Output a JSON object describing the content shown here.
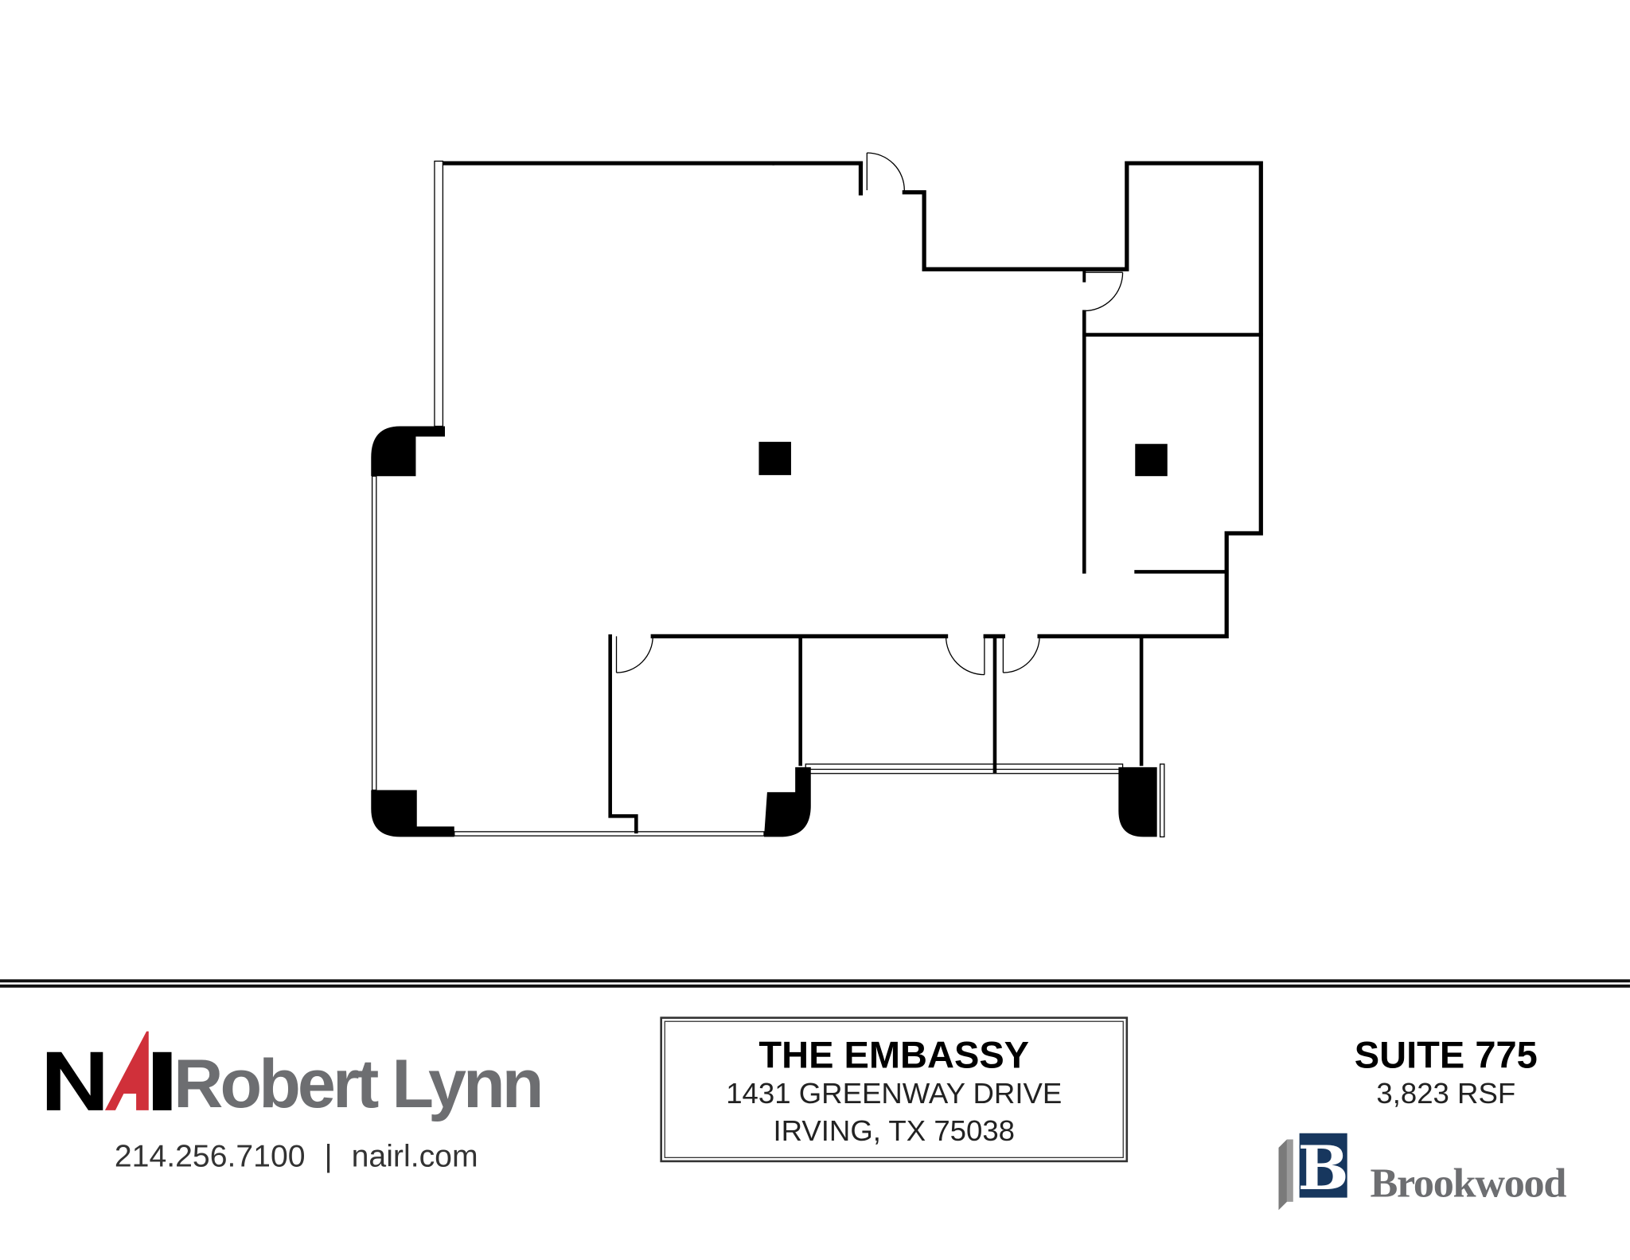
{
  "floorplan": {
    "columns": 2,
    "wall_color": "#000000"
  },
  "footer": {
    "broker_logo": {
      "nai": "NAI",
      "name": "Robert Lynn",
      "red": "#d0303a",
      "gray": "#6d6e71"
    },
    "phone": "214.256.7100",
    "separator": "|",
    "website": "nairl.com",
    "building": {
      "name": "THE EMBASSY",
      "address": "1431 GREENWAY DRIVE",
      "city": "IRVING, TX 75038"
    },
    "suite": {
      "title": "SUITE 775",
      "area": "3,823 RSF"
    },
    "owner_logo": {
      "letter": "B",
      "name": "Brookwood",
      "navy": "#17375e"
    }
  }
}
